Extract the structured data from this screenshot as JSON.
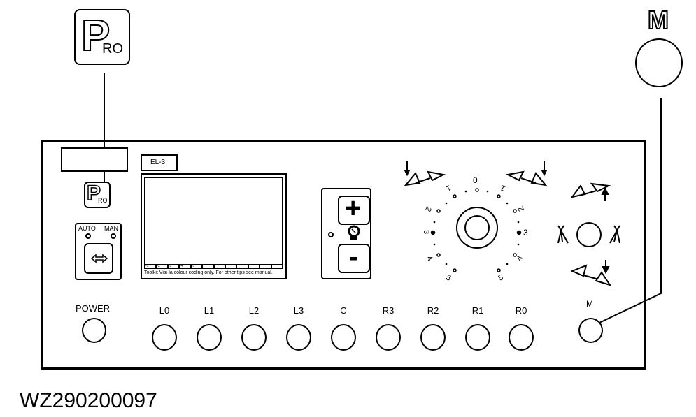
{
  "callouts": {
    "pro_icon": {
      "big_letter": "P",
      "small_letters": "RO"
    },
    "m_icon": {
      "letter": "M"
    }
  },
  "panel": {
    "blank_label_box": "",
    "pro_button": {
      "big_letter": "P",
      "small_letters": "RO"
    },
    "mode_switch": {
      "auto_label": "AUTO",
      "man_label": "MAN",
      "icon": "left-right-arrow-icon"
    },
    "display": {
      "model_label": "EL-3",
      "note": "Toolkit Visi-la colour coding only. For other tips see manual.",
      "segments": [
        "-1",
        "-2",
        "-3",
        "-4",
        "-5",
        "",
        "",
        "",
        "",
        "",
        "",
        ""
      ]
    },
    "pressure_control": {
      "plus_label": "+",
      "minus_label": "-",
      "gauge_icon": "pressure-gauge-icon"
    },
    "selector_dial": {
      "top_label": "0",
      "left_labels": [
        "1",
        "2",
        "3",
        "4",
        "5"
      ],
      "right_labels": [
        "1",
        "2",
        "3",
        "4",
        "5"
      ]
    },
    "boom_control": {
      "icons": [
        "boom-raise-icon",
        "nozzle-left-icon",
        "nozzle-right-icon",
        "boom-lower-icon"
      ]
    },
    "power": {
      "label": "POWER"
    },
    "section_buttons": [
      {
        "label": "L0"
      },
      {
        "label": "L1"
      },
      {
        "label": "L2"
      },
      {
        "label": "L3"
      },
      {
        "label": "C"
      },
      {
        "label": "R3"
      },
      {
        "label": "R2"
      },
      {
        "label": "R1"
      },
      {
        "label": "R0"
      }
    ],
    "m_button": {
      "label": "M"
    }
  },
  "figure_id": "WZ290200097"
}
